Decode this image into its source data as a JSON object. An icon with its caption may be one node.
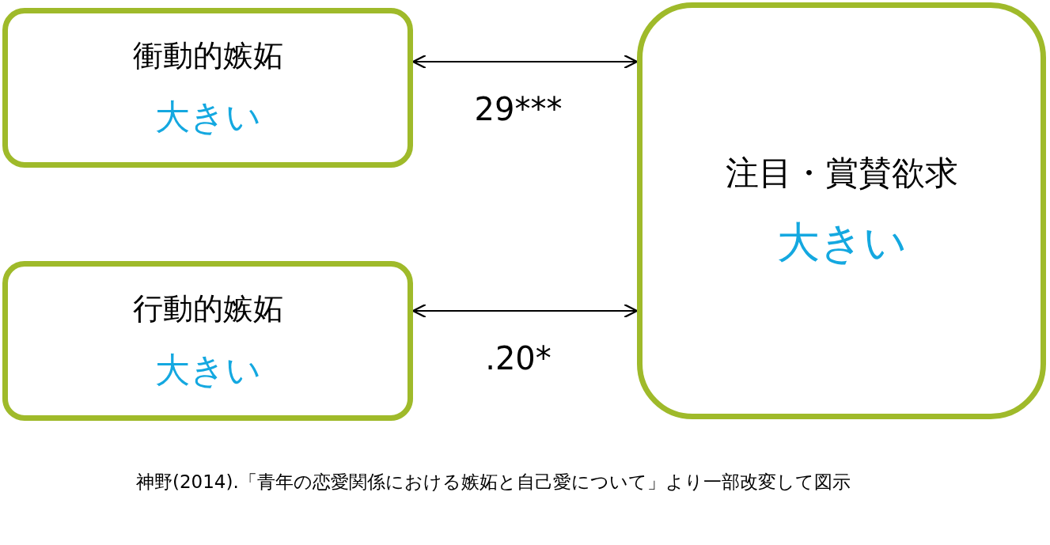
{
  "diagram": {
    "caption": "神野(2014).「青年の恋愛関係における嫉妬と自己愛について」より一部改変して図示",
    "nodes": [
      {
        "text": [
          "衝動的嫉妬",
          "大きい"
        ]
      },
      {
        "text": [
          "行動的嫉妬",
          "大きい"
        ]
      },
      {
        "text": [
          "注目・賞賛欲求",
          "大きい"
        ]
      }
    ],
    "edges": [
      {
        "from": 0,
        "to": 2,
        "arrow": "both",
        "label": "29***"
      },
      {
        "from": 1,
        "to": 2,
        "arrow": "both",
        "label": ".20*"
      }
    ]
  }
}
